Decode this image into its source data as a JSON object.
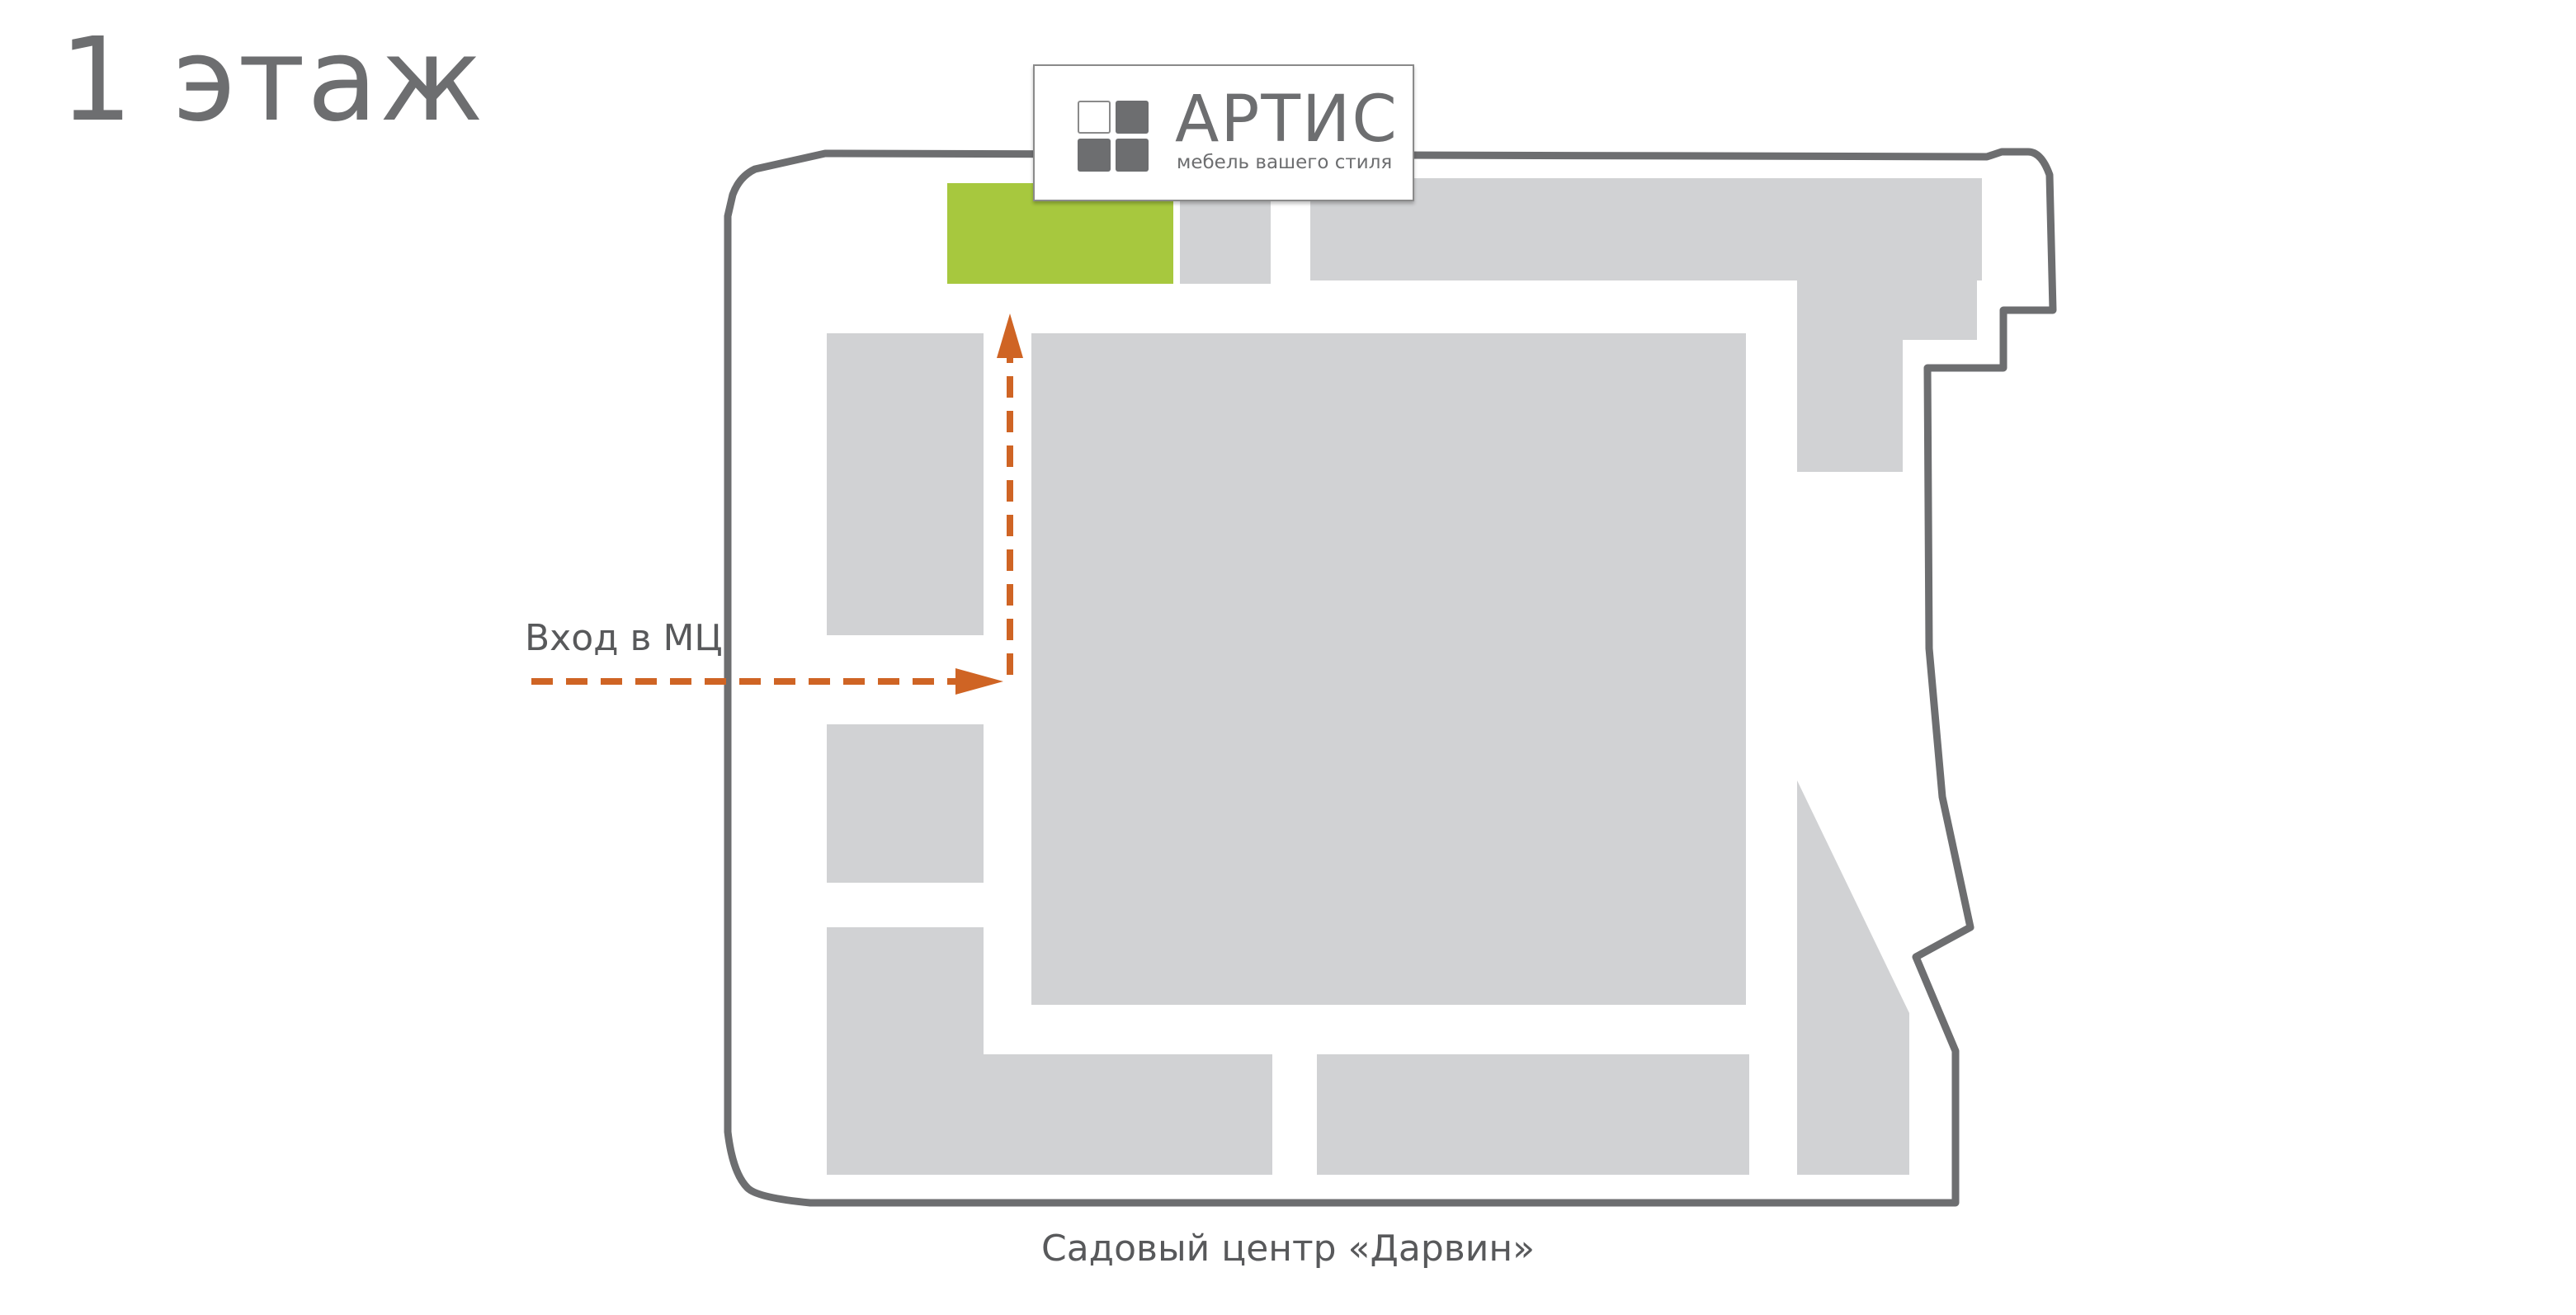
{
  "floor_title": "1 этаж",
  "entrance_label": "Вход в МЦ",
  "bottom_label": "Садовый центр «Дарвин»",
  "logo": {
    "name": "АРТИС",
    "tagline": "мебель вашего стиля",
    "icon": "four-squares-logo-icon"
  },
  "colors": {
    "outline": "#6d6e70",
    "block": "#d1d2d4",
    "highlight": "#a7c83e",
    "route": "#cf6424",
    "text": "#58595b"
  }
}
